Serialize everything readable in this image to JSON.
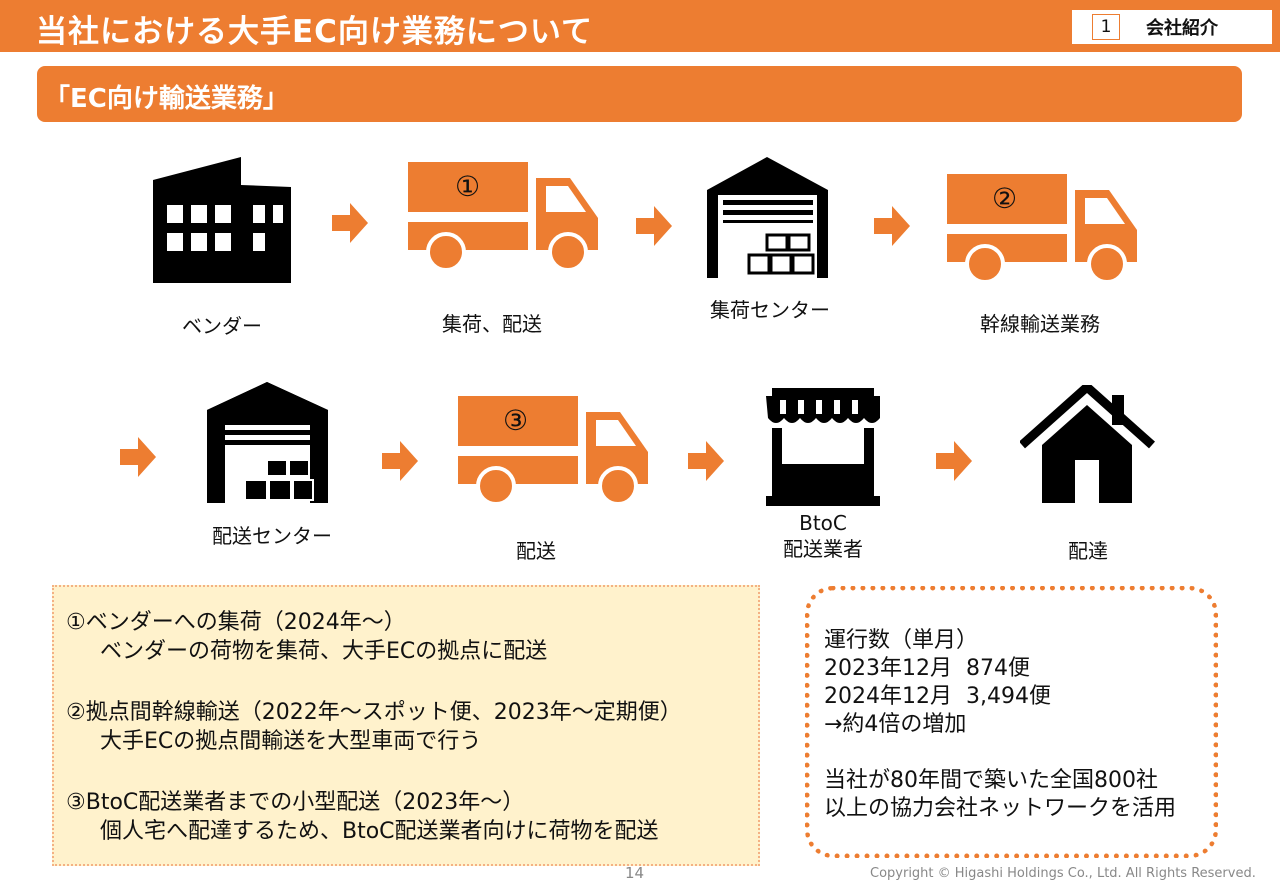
{
  "header": {
    "title": "当社における大手EC向け業務について",
    "section_number": "1",
    "section_label": "会社紹介"
  },
  "subtitle": "「EC向け輸送業務」",
  "flow_row1": [
    {
      "label": "ベンダー",
      "icon": "factory-icon"
    },
    {
      "label": "集荷、配送",
      "icon": "truck-icon",
      "number": "①"
    },
    {
      "label": "集荷センター",
      "icon": "warehouse-icon"
    },
    {
      "label": "幹線輸送業務",
      "icon": "truck-icon",
      "number": "②"
    }
  ],
  "flow_row2": [
    {
      "label": "配送センター",
      "icon": "warehouse-icon"
    },
    {
      "label": "配送",
      "icon": "truck-icon",
      "number": "③"
    },
    {
      "label_line1": "BtoC",
      "label_line2": "配送業者",
      "icon": "store-icon"
    },
    {
      "label": "配達",
      "icon": "house-icon"
    }
  ],
  "left_box": [
    {
      "title": "①ベンダーへの集荷（2024年～）",
      "detail": "ベンダーの荷物を集荷、大手ECの拠点に配送"
    },
    {
      "title": "②拠点間幹線輸送（2022年～スポット便、2023年～定期便）",
      "detail": "大手ECの拠点間輸送を大型車両で行う"
    },
    {
      "title": "③BtoC配送業者までの小型配送（2023年～）",
      "detail": "個人宅へ配達するため、BtoC配送業者向けに荷物を配送"
    }
  ],
  "right_box": {
    "lines": [
      "運行数（単月）",
      "2023年12月  874便",
      "2024年12月  3,494便",
      "→約4倍の増加",
      "",
      "当社が80年間で築いた全国800社",
      "以上の協力会社ネットワークを活用"
    ]
  },
  "footer": {
    "page": "14",
    "copyright": "Copyright © Higashi Holdings Co., Ltd. All Rights Reserved."
  },
  "colors": {
    "accent": "#ED7D31",
    "note_bg": "#FFF2CC"
  }
}
